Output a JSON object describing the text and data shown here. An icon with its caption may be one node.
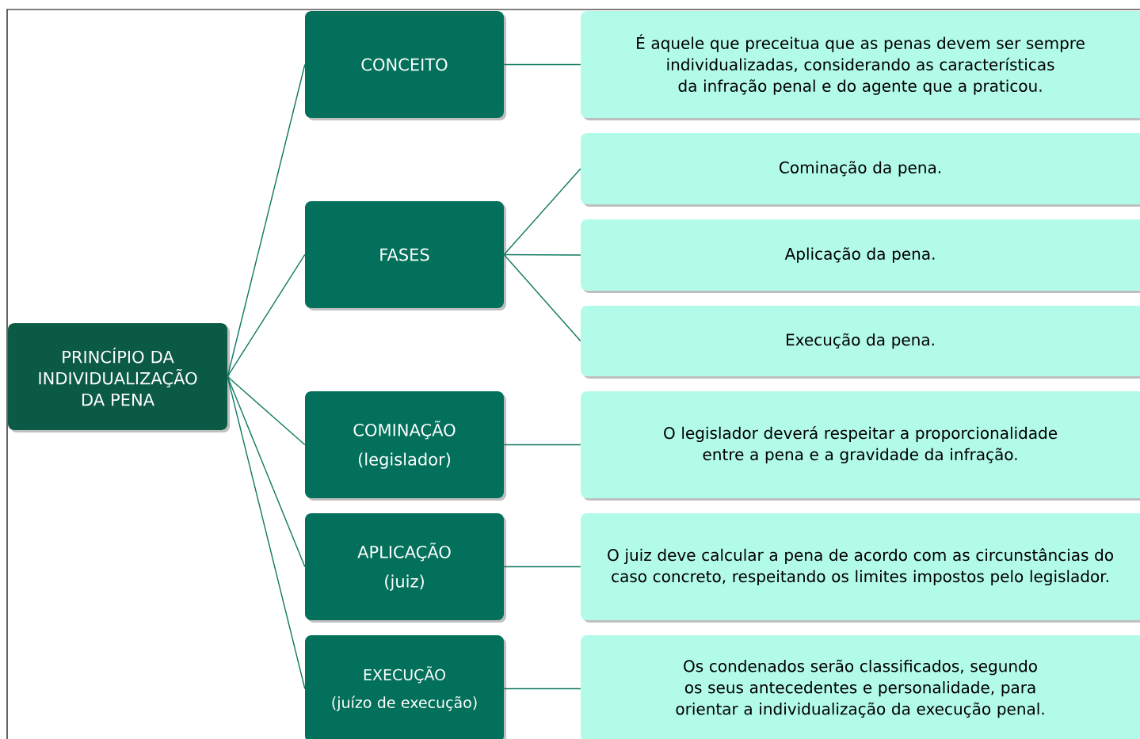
{
  "diagram": {
    "nodes": [
      {
        "text": [
          "PRINCÍPIO DA INDIVIDUALIZAÇÃO DA PENA"
        ]
      },
      {
        "text": [
          "CONCEITO"
        ]
      },
      {
        "text": [
          "FASES"
        ]
      },
      {
        "text": [
          "COMINAÇÃO",
          "(legislador)"
        ]
      },
      {
        "text": [
          "APLICAÇÃO",
          "(juiz)"
        ]
      },
      {
        "text": [
          "EXECUÇÃO",
          "(juízo de execução)"
        ]
      },
      {
        "text": [
          "É aquele que preceitua que as penas devem ser sempre individualizadas, considerando as características da infração penal e do agente que a praticou."
        ]
      },
      {
        "text": [
          "Cominação da pena."
        ]
      },
      {
        "text": [
          "Aplicação da pena."
        ]
      },
      {
        "text": [
          "Execução da pena."
        ]
      },
      {
        "text": [
          "O legislador deverá respeitar a proporcionalidade entre a pena e a gravidade da infração."
        ]
      },
      {
        "text": [
          "O juiz deve calcular a pena de acordo com as circunstâncias do caso concreto, respeitando os limites impostos pelo legislador."
        ]
      },
      {
        "text": [
          "Os condenados serão classificados, segundo os seus antecedentes e personalidade, para orientar a individualização da execução penal."
        ]
      }
    ],
    "edges": [
      {
        "from": 0,
        "to": 1,
        "arrow": "none"
      },
      {
        "from": 0,
        "to": 2,
        "arrow": "none"
      },
      {
        "from": 0,
        "to": 3,
        "arrow": "none"
      },
      {
        "from": 0,
        "to": 4,
        "arrow": "none"
      },
      {
        "from": 0,
        "to": 5,
        "arrow": "none"
      },
      {
        "from": 1,
        "to": 6,
        "arrow": "none"
      },
      {
        "from": 2,
        "to": 7,
        "arrow": "none"
      },
      {
        "from": 2,
        "to": 8,
        "arrow": "none"
      },
      {
        "from": 2,
        "to": 9,
        "arrow": "none"
      },
      {
        "from": 3,
        "to": 10,
        "arrow": "none"
      },
      {
        "from": 4,
        "to": 11,
        "arrow": "none"
      },
      {
        "from": 5,
        "to": 12,
        "arrow": "none"
      }
    ]
  }
}
